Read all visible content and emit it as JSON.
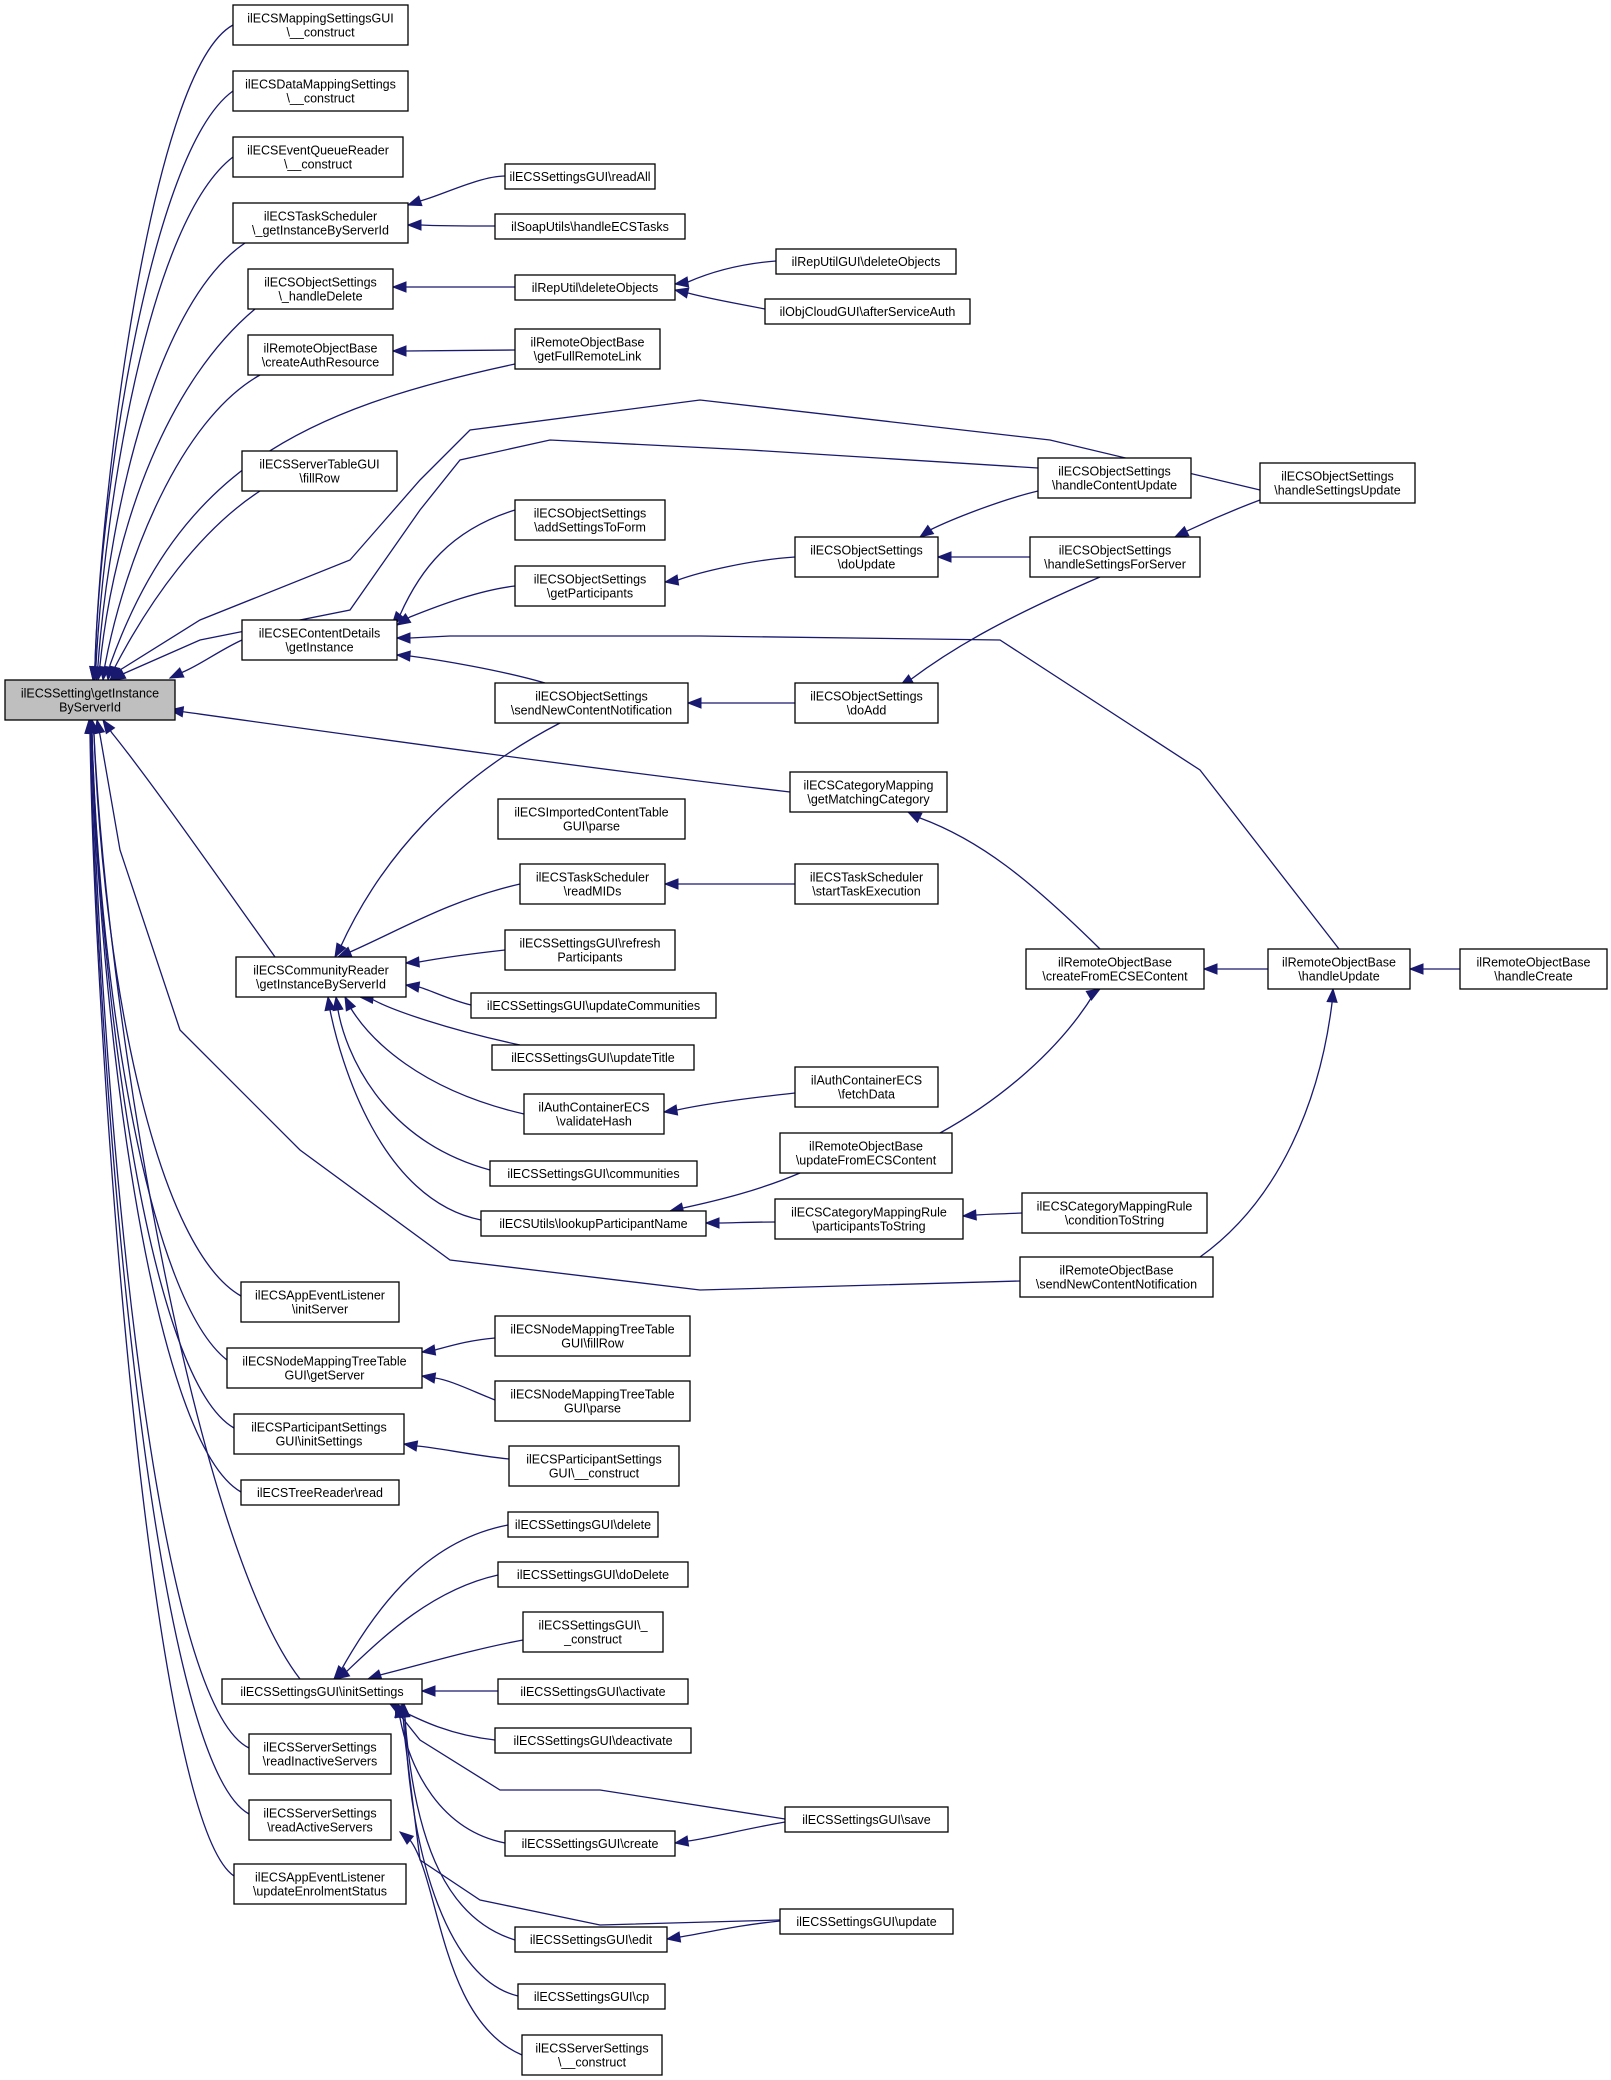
{
  "colors": {
    "edge": "#191970",
    "node_border": "#000000",
    "node_fill": "#ffffff",
    "root_fill": "#bfbfbf"
  },
  "nodes": [
    {
      "id": "root",
      "lines": [
        "ilECSSetting\\getInstance",
        "ByServerId"
      ]
    },
    {
      "id": "n_mapgui",
      "lines": [
        "ilECSMappingSettingsGUI",
        "\\__construct"
      ]
    },
    {
      "id": "n_datamap",
      "lines": [
        "ilECSDataMappingSettings",
        "\\__construct"
      ]
    },
    {
      "id": "n_eventq",
      "lines": [
        "ilECSEventQueueReader",
        "\\__construct"
      ]
    },
    {
      "id": "n_tasksched",
      "lines": [
        "ilECSTaskScheduler",
        "\\_getInstanceByServerId"
      ]
    },
    {
      "id": "n_readall",
      "lines": [
        "ilECSSettingsGUI\\readAll"
      ]
    },
    {
      "id": "n_soap",
      "lines": [
        "ilSoapUtils\\handleECSTasks"
      ]
    },
    {
      "id": "n_objdel",
      "lines": [
        "ilECSObjectSettings",
        "\\_handleDelete"
      ]
    },
    {
      "id": "n_reputil",
      "lines": [
        "ilRepUtil\\deleteObjects"
      ]
    },
    {
      "id": "n_reputilgui",
      "lines": [
        "ilRepUtilGUI\\deleteObjects"
      ]
    },
    {
      "id": "n_cloud",
      "lines": [
        "ilObjCloudGUI\\afterServiceAuth"
      ]
    },
    {
      "id": "n_rob_auth",
      "lines": [
        "ilRemoteObjectBase",
        "\\createAuthResource"
      ]
    },
    {
      "id": "n_rob_link",
      "lines": [
        "ilRemoteObjectBase",
        "\\getFullRemoteLink"
      ]
    },
    {
      "id": "n_servtable",
      "lines": [
        "ilECSServerTableGUI",
        "\\fillRow"
      ]
    },
    {
      "id": "n_hsu",
      "lines": [
        "ilECSObjectSettings",
        "\\handleSettingsUpdate"
      ]
    },
    {
      "id": "n_hcu",
      "lines": [
        "ilECSObjectSettings",
        "\\handleContentUpdate"
      ]
    },
    {
      "id": "n_addset",
      "lines": [
        "ilECSObjectSettings",
        "\\addSettingsToForm"
      ]
    },
    {
      "id": "n_getpart",
      "lines": [
        "ilECSObjectSettings",
        "\\getParticipants"
      ]
    },
    {
      "id": "n_doupdate",
      "lines": [
        "ilECSObjectSettings",
        "\\doUpdate"
      ]
    },
    {
      "id": "n_hsfs",
      "lines": [
        "ilECSObjectSettings",
        "\\handleSettingsForServer"
      ]
    },
    {
      "id": "n_ecsec",
      "lines": [
        "ilECSEContentDetails",
        "\\getInstance"
      ]
    },
    {
      "id": "n_sendnew",
      "lines": [
        "ilECSObjectSettings",
        "\\sendNewContentNotification"
      ]
    },
    {
      "id": "n_doadd",
      "lines": [
        "ilECSObjectSettings",
        "\\doAdd"
      ]
    },
    {
      "id": "n_catmap",
      "lines": [
        "ilECSCategoryMapping",
        "\\getMatchingCategory"
      ]
    },
    {
      "id": "n_impcont",
      "lines": [
        "ilECSImportedContentTable",
        "GUI\\parse"
      ]
    },
    {
      "id": "n_readmids",
      "lines": [
        "ilECSTaskScheduler",
        "\\readMIDs"
      ]
    },
    {
      "id": "n_starttask",
      "lines": [
        "ilECSTaskScheduler",
        "\\startTaskExecution"
      ]
    },
    {
      "id": "n_refresh",
      "lines": [
        "ilECSSettingsGUI\\refresh",
        "Participants"
      ]
    },
    {
      "id": "n_commreader",
      "lines": [
        "ilECSCommunityReader",
        "\\getInstanceByServerId"
      ]
    },
    {
      "id": "n_updcomm",
      "lines": [
        "ilECSSettingsGUI\\updateCommunities"
      ]
    },
    {
      "id": "n_updtitle",
      "lines": [
        "ilECSSettingsGUI\\updateTitle"
      ]
    },
    {
      "id": "n_rob_cfe",
      "lines": [
        "ilRemoteObjectBase",
        "\\createFromECSEContent"
      ]
    },
    {
      "id": "n_rob_hu",
      "lines": [
        "ilRemoteObjectBase",
        "\\handleUpdate"
      ]
    },
    {
      "id": "n_rob_hc",
      "lines": [
        "ilRemoteObjectBase",
        "\\handleCreate"
      ]
    },
    {
      "id": "n_authvh",
      "lines": [
        "ilAuthContainerECS",
        "\\validateHash"
      ]
    },
    {
      "id": "n_authfd",
      "lines": [
        "ilAuthContainerECS",
        "\\fetchData"
      ]
    },
    {
      "id": "n_comms",
      "lines": [
        "ilECSSettingsGUI\\communities"
      ]
    },
    {
      "id": "n_rob_ufe",
      "lines": [
        "ilRemoteObjectBase",
        "\\updateFromECSContent"
      ]
    },
    {
      "id": "n_lookup",
      "lines": [
        "ilECSUtils\\lookupParticipantName"
      ]
    },
    {
      "id": "n_cmr_pts",
      "lines": [
        "ilECSCategoryMappingRule",
        "\\participantsToString"
      ]
    },
    {
      "id": "n_cmr_cts",
      "lines": [
        "ilECSCategoryMappingRule",
        "\\conditionToString"
      ]
    },
    {
      "id": "n_rob_snc",
      "lines": [
        "ilRemoteObjectBase",
        "\\sendNewContentNotification"
      ]
    },
    {
      "id": "n_appinit",
      "lines": [
        "ilECSAppEventListener",
        "\\initServer"
      ]
    },
    {
      "id": "n_nmt_gs",
      "lines": [
        "ilECSNodeMappingTreeTable",
        "GUI\\getServer"
      ]
    },
    {
      "id": "n_nmt_fr",
      "lines": [
        "ilECSNodeMappingTreeTable",
        "GUI\\fillRow"
      ]
    },
    {
      "id": "n_nmt_p",
      "lines": [
        "ilECSNodeMappingTreeTable",
        "GUI\\parse"
      ]
    },
    {
      "id": "n_partset",
      "lines": [
        "ilECSParticipantSettings",
        "GUI\\initSettings"
      ]
    },
    {
      "id": "n_partcon",
      "lines": [
        "ilECSParticipantSettings",
        "GUI\\__construct"
      ]
    },
    {
      "id": "n_treereader",
      "lines": [
        "ilECSTreeReader\\read"
      ]
    },
    {
      "id": "n_sg_del",
      "lines": [
        "ilECSSettingsGUI\\delete"
      ]
    },
    {
      "id": "n_sg_dodel",
      "lines": [
        "ilECSSettingsGUI\\doDelete"
      ]
    },
    {
      "id": "n_sg_con",
      "lines": [
        "ilECSSettingsGUI\\_",
        "_construct"
      ]
    },
    {
      "id": "n_sg_init",
      "lines": [
        "ilECSSettingsGUI\\initSettings"
      ]
    },
    {
      "id": "n_sg_act",
      "lines": [
        "ilECSSettingsGUI\\activate"
      ]
    },
    {
      "id": "n_sg_deact",
      "lines": [
        "ilECSSettingsGUI\\deactivate"
      ]
    },
    {
      "id": "n_ss_inact",
      "lines": [
        "ilECSServerSettings",
        "\\readInactiveServers"
      ]
    },
    {
      "id": "n_sg_save",
      "lines": [
        "ilECSSettingsGUI\\save"
      ]
    },
    {
      "id": "n_ss_act",
      "lines": [
        "ilECSServerSettings",
        "\\readActiveServers"
      ]
    },
    {
      "id": "n_sg_create",
      "lines": [
        "ilECSSettingsGUI\\create"
      ]
    },
    {
      "id": "n_app_enrol",
      "lines": [
        "ilECSAppEventListener",
        "\\updateEnrolmentStatus"
      ]
    },
    {
      "id": "n_sg_update",
      "lines": [
        "ilECSSettingsGUI\\update"
      ]
    },
    {
      "id": "n_sg_edit",
      "lines": [
        "ilECSSettingsGUI\\edit"
      ]
    },
    {
      "id": "n_sg_cp",
      "lines": [
        "ilECSSettingsGUI\\cp"
      ]
    },
    {
      "id": "n_ss_con",
      "lines": [
        "ilECSServerSettings",
        "\\__construct"
      ]
    }
  ]
}
